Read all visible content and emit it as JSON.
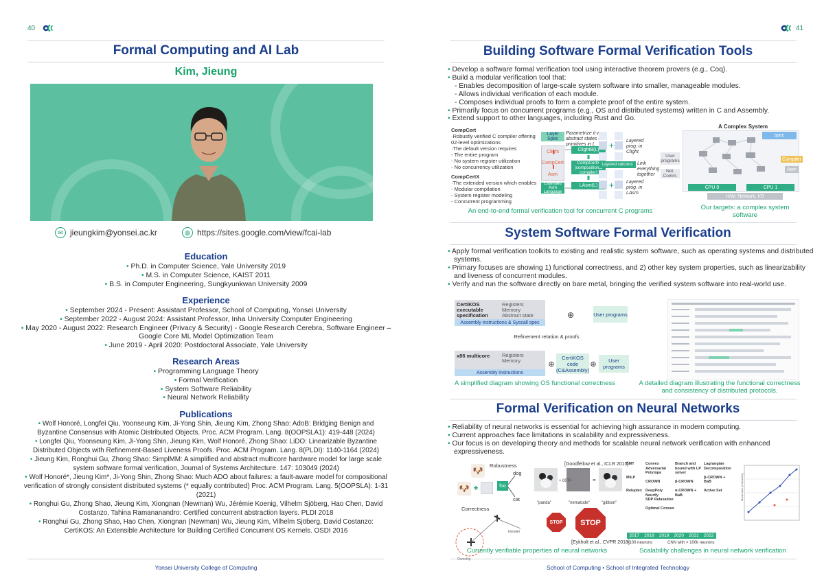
{
  "left": {
    "page_number": "40",
    "title": "Formal Computing and AI Lab",
    "name": "Kim, Jieung",
    "email": "jieungkim@yonsei.ac.kr",
    "website": "https://sites.google.com/view/fcai-lab",
    "education": {
      "heading": "Education",
      "items": [
        "Ph.D. in Computer Science, Yale University 2019",
        "M.S. in Computer Science, KAIST 2011",
        "B.S. in Computer Engineering, Sungkyunkwan University 2009"
      ]
    },
    "experience": {
      "heading": "Experience",
      "items": [
        "September 2024 - Present: Assistant Professor, School of Computing, Yonsei University",
        "September 2022 - August 2024: Assistant Professor, Inha University Computer Engineering",
        "May 2020 - August 2022: Research Engineer (Privacy & Security) - Google Research Cerebra, Software Engineer – Google Core ML Model Optimization Team",
        "June 2019 - April 2020: Postdoctoral Associate, Yale University"
      ]
    },
    "research": {
      "heading": "Research Areas",
      "items": [
        "Programming Language Theory",
        "Formal Verification",
        "System Software Reliability",
        "Neural Network Reliability"
      ]
    },
    "publications": {
      "heading": "Publications",
      "items": [
        "Wolf Honoré, Longfei Qiu, Yoonseung Kim, Ji-Yong Shin, Jieung Kim, Zhong Shao: AdoB: Bridging Benign and Byzantine Consensus with Atomic Distributed Objects. Proc. ACM Program. Lang. 8(OOPSLA1): 419-448 (2024)",
        "Longfei Qiu, Yoonseung Kim, Ji-Yong Shin, Jieung Kim, Wolf Honoré, Zhong Shao: LiDO: Linearizable Byzantine Distributed Objects with Refinement-Based Liveness Proofs. Proc. ACM Program. Lang. 8(PLDI): 1140-1164 (2024)",
        "Jieung Kim, Ronghui Gu, Zhong Shao: SimplMM: A simplified and abstract multicore hardware model for large scale system software formal verification, Journal of Systems Architecture. 147: 103049 (2024)",
        "Wolf Honoré*, Jieung Kim*, Ji-Yong Shin, Zhong Shao: Much ADO about failures: a fault-aware model for compositional verification of strongly consistent distributed systems (* equally contributed) Proc. ACM Program. Lang. 5(OOPSLA): 1-31 (2021)",
        "Ronghui Gu, Zhong Shao, Jieung Kim, Xiongnan (Newman) Wu, Jérémie Koenig, Vilhelm Sjöberg, Hao Chen, David Costanzo, Tahina Ramananandro: Certified concurrent abstraction layers. PLDI 2018",
        "Ronghui Gu, Zhong Shao, Hao Chen, Xiongnan (Newman) Wu, Jieung Kim, Vilhelm Sjöberg, David Costanzo: CertiKOS: An Extensible Architecture for Building Certified Concurrent OS Kernels. OSDI 2016"
      ]
    },
    "footer": "Yonsei University College of Computing"
  },
  "right": {
    "page_number": "41",
    "s1": {
      "title": "Building Software Formal Verification Tools",
      "bullets": [
        {
          "t": "Develop a software formal verification tool using interactive theorem provers (e.g., Coq).",
          "sub": false
        },
        {
          "t": "Build a modular verification tool that:",
          "sub": false
        },
        {
          "t": "Enables decomposition of large-scale system software into smaller, manageable modules.",
          "sub": true
        },
        {
          "t": "Allows individual verification of each module.",
          "sub": true
        },
        {
          "t": "Composes individual proofs to form a complete proof of the entire system.",
          "sub": true
        },
        {
          "t": "Primarily focus on concurrent programs (e.g., OS and distributed systems) written in C and Assembly.",
          "sub": false
        },
        {
          "t": "Extend support to other languages, including Rust and Go.",
          "sub": false
        }
      ],
      "compcert_lines": [
        "CompCert",
        "·Robustly verified C compiler offering",
        "  02-level optimizations",
        "·The default version requires",
        "  - The entire program",
        "  - No system register utilization",
        "  - No concurrency utilization"
      ],
      "compcertx_lines": [
        "CompCertX",
        "·The extended version which enables",
        "  - Modular compilation",
        "  - System register modeling",
        "  - Concurrent programming"
      ],
      "diagram": {
        "layer_spec": "Layer Spec",
        "param_note": "Parametrize it w. abstract states & primitives in L",
        "clight": "Clight",
        "compcert": "CompCert",
        "asm": "Asm",
        "clightl": "ClightB(L)",
        "compcertx_box": "CompCertX (compositional compiler)",
        "lasml": "LAsm(L)",
        "extended": "Extended Asm Language",
        "layered1": "Layered prog. in Clight",
        "link": "Link everything together",
        "layered_calculus": "Layered calculus",
        "layered2": "Layered prog. in LAsm",
        "complex_title": "A Complex System",
        "spec": "spec",
        "compiler": "Compiler",
        "asm2": "Asm",
        "user_programs": "User programs",
        "net_comm": "Net. Comm.",
        "cpu0": "CPU 0",
        "cpu1": "CPU 1",
        "hw": "H/W, Network, I/O"
      },
      "caption_left": "An end-to-end formal verification tool for concurrent C programs",
      "caption_right": "Our targets: a complex system software"
    },
    "s2": {
      "title": "System Software Formal Verification",
      "bullets": [
        "Apply formal verification toolkits to existing and realistic system software, such as operating systems and distributed systems.",
        "Primary focuses are showing 1) functional correctness, and 2) other key system properties, such as linearizability and liveness of concurrent modules.",
        "Verify and run the software directly on bare metal, bringing the verified system software into real-world use."
      ],
      "diagram": {
        "certikos_spec": "CertiKOS executable specification",
        "regs": "Registers",
        "mem": "Memory",
        "abs": "Abstract state",
        "asm_syscall": "Assembly instructions & Syscall spec",
        "user_programs": "User programs",
        "refinement": "Refinement relation & proofs",
        "x86": "x86 multicore",
        "regs2": "Registers",
        "mem2": "Memory",
        "asm_instr": "Assembly instructions",
        "certikos_code": "CertiKOS code (C&Assembly)",
        "user_programs2": "User programs"
      },
      "caption_left": "A simplified diagram showing OS functional correctness",
      "caption_right": "A detailed diagram illustrating the functional correctness and consistency of distributed protocols."
    },
    "s3": {
      "title": "Formal Verification on Neural Networks",
      "bullets": [
        "Reliability of neural networks is essential for achieving high assurance in modern computing.",
        "Current approaches face limitations in scalability and expressiveness.",
        "Our focus is on developing theory and methods for scalable neural network verification with enhanced expressiveness."
      ],
      "diagram": {
        "robustness": "Robustness",
        "dog": "dog",
        "foo": "foo",
        "cat": "cat",
        "correctness": "Correctness",
        "goodfellow": "[Goodfellow et al., ICLR 2015]",
        "eykholt": "[Eykholt et al., CVPR 2018]",
        "panda": "\"panda\"",
        "gibbon": "\"gibbon\"",
        "nematode": "\"nematode\"",
        "stop": "STOP",
        "years": [
          "2017",
          "2018",
          "2019",
          "2020",
          "2021",
          "2022"
        ],
        "lt100": "<100 neurons",
        "cnn": "CNN with > 100k neurons",
        "tool_cols": [
          [
            "SMT",
            "MILP",
            "Reluplex"
          ],
          [
            "Convex Adversarial Polytope",
            "CROWN",
            "DeepPoly",
            "Neurify",
            "SDP Relaxation",
            "Optimal Convex"
          ],
          [
            "Branch and bound with LP solver",
            "β-CROWN",
            "α-CROWN + BaB"
          ],
          [
            "Lagrangian Decomposition",
            "β-CROWN + BaB",
            "Active Set"
          ]
        ],
        "ylabel": "Model size (# neurons)"
      },
      "caption_left": "Currently verifiable properties of neural networks",
      "caption_right": "Scalability challenges in neural network verification"
    },
    "footer": "School of Computing • School of Integrated Technology"
  }
}
